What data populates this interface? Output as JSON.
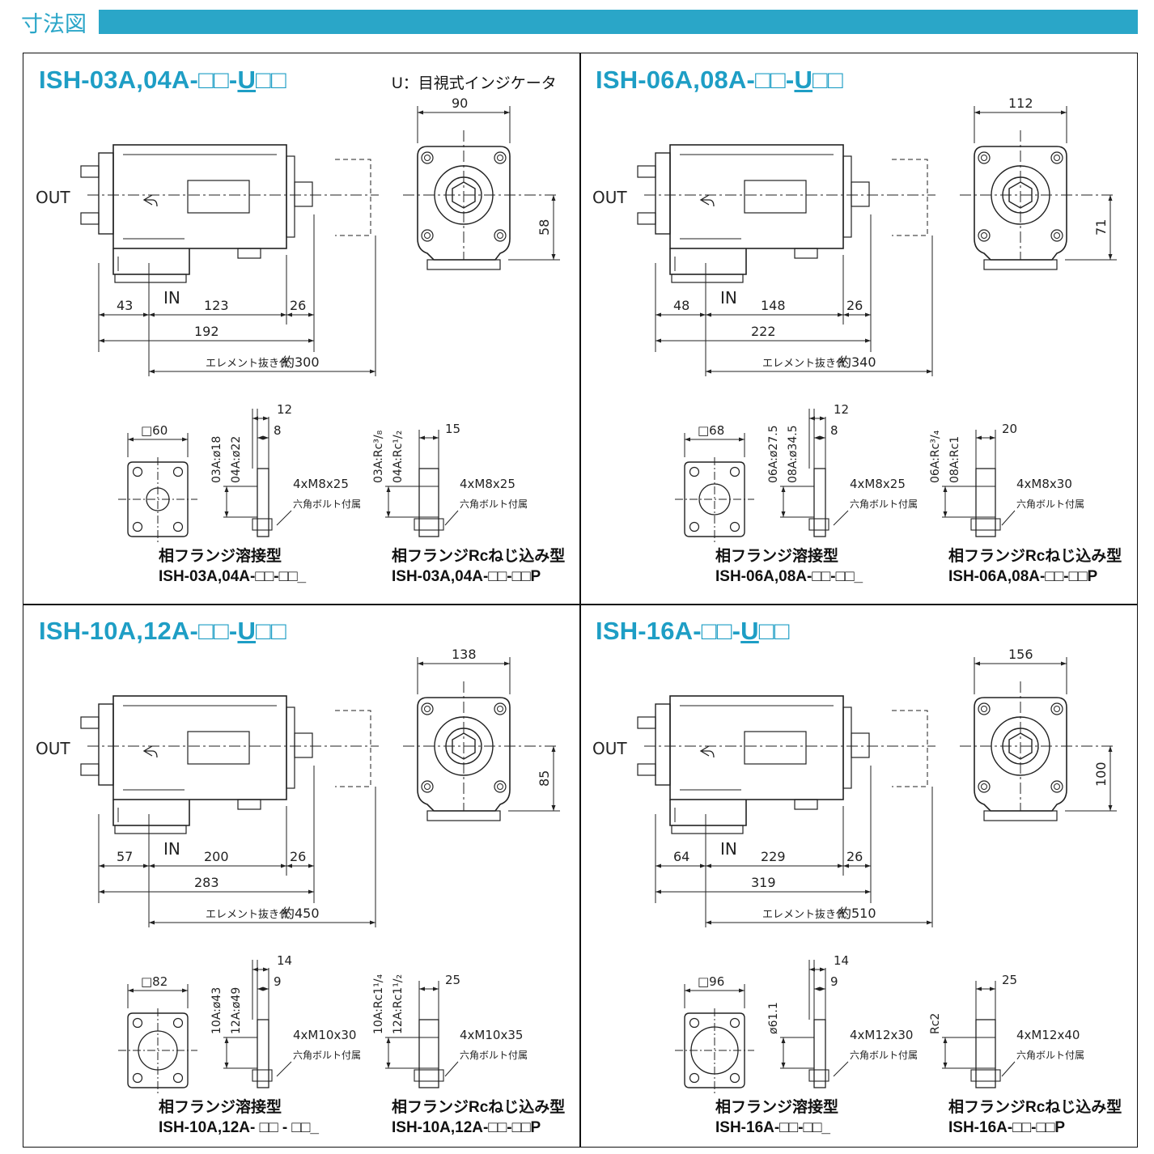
{
  "header": {
    "title": "寸法図"
  },
  "legend": "U：目視式インジケータ",
  "common": {
    "out_label": "OUT",
    "in_label": "IN",
    "removal_prefix": "エレメント抜き代",
    "hex_bolt": "六角ボルト付属",
    "weld_caption": "相フランジ溶接型",
    "thread_caption": "相フランジRcねじ込み型"
  },
  "panels": [
    {
      "title_a": "ISH-03A,04A-□□-",
      "title_u": "U",
      "title_b": "□□",
      "width": "90",
      "height": "58",
      "d_in": "43",
      "d_mid": "123",
      "d_right": "26",
      "d_total": "192",
      "removal": "約300",
      "flange_size": "□60",
      "weld_d1": "03A:ø18",
      "weld_d2": "04A:ø22",
      "weld_t": "12",
      "weld_t2": "8",
      "weld_bolt": "4xM8x25",
      "thr_d1": "03A:Rc³/₈",
      "thr_d2": "04A:Rc¹/₂",
      "thr_t": "15",
      "thr_bolt": "4xM8x25",
      "weld_model": "ISH-03A,04A-□□-□□_",
      "thr_model": "ISH-03A,04A-□□-□□P"
    },
    {
      "title_a": "ISH-06A,08A-□□-",
      "title_u": "U",
      "title_b": "□□",
      "width": "112",
      "height": "71",
      "d_in": "48",
      "d_mid": "148",
      "d_right": "26",
      "d_total": "222",
      "removal": "約340",
      "flange_size": "□68",
      "weld_d1": "06A:ø27.5",
      "weld_d2": "08A:ø34.5",
      "weld_t": "12",
      "weld_t2": "8",
      "weld_bolt": "4xM8x25",
      "thr_d1": "06A:Rc³/₄",
      "thr_d2": "08A:Rc1",
      "thr_t": "20",
      "thr_bolt": "4xM8x30",
      "weld_model": "ISH-06A,08A-□□-□□_",
      "thr_model": "ISH-06A,08A-□□-□□P"
    },
    {
      "title_a": "ISH-10A,12A-□□-",
      "title_u": "U",
      "title_b": "□□",
      "width": "138",
      "height": "85",
      "d_in": "57",
      "d_mid": "200",
      "d_right": "26",
      "d_total": "283",
      "removal": "約450",
      "flange_size": "□82",
      "weld_d1": "10A:ø43",
      "weld_d2": "12A:ø49",
      "weld_t": "14",
      "weld_t2": "9",
      "weld_bolt": "4xM10x30",
      "thr_d1": "10A:Rc1¹/₄",
      "thr_d2": "12A:Rc1¹/₂",
      "thr_t": "25",
      "thr_bolt": "4xM10x35",
      "weld_model": "ISH-10A,12A- □□ - □□_",
      "thr_model": "ISH-10A,12A-□□-□□P"
    },
    {
      "title_a": "ISH-16A-□□-",
      "title_u": "U",
      "title_b": "□□",
      "width": "156",
      "height": "100",
      "d_in": "64",
      "d_mid": "229",
      "d_right": "26",
      "d_total": "319",
      "removal": "約510",
      "flange_size": "□96",
      "weld_d1": "ø61.1",
      "weld_d2": "",
      "weld_t": "14",
      "weld_t2": "9",
      "weld_bolt": "4xM12x30",
      "thr_d1": "Rc2",
      "thr_d2": "",
      "thr_t": "25",
      "thr_bolt": "4xM12x40",
      "weld_model": "ISH-16A-□□-□□_",
      "thr_model": "ISH-16A-□□-□□P"
    }
  ]
}
